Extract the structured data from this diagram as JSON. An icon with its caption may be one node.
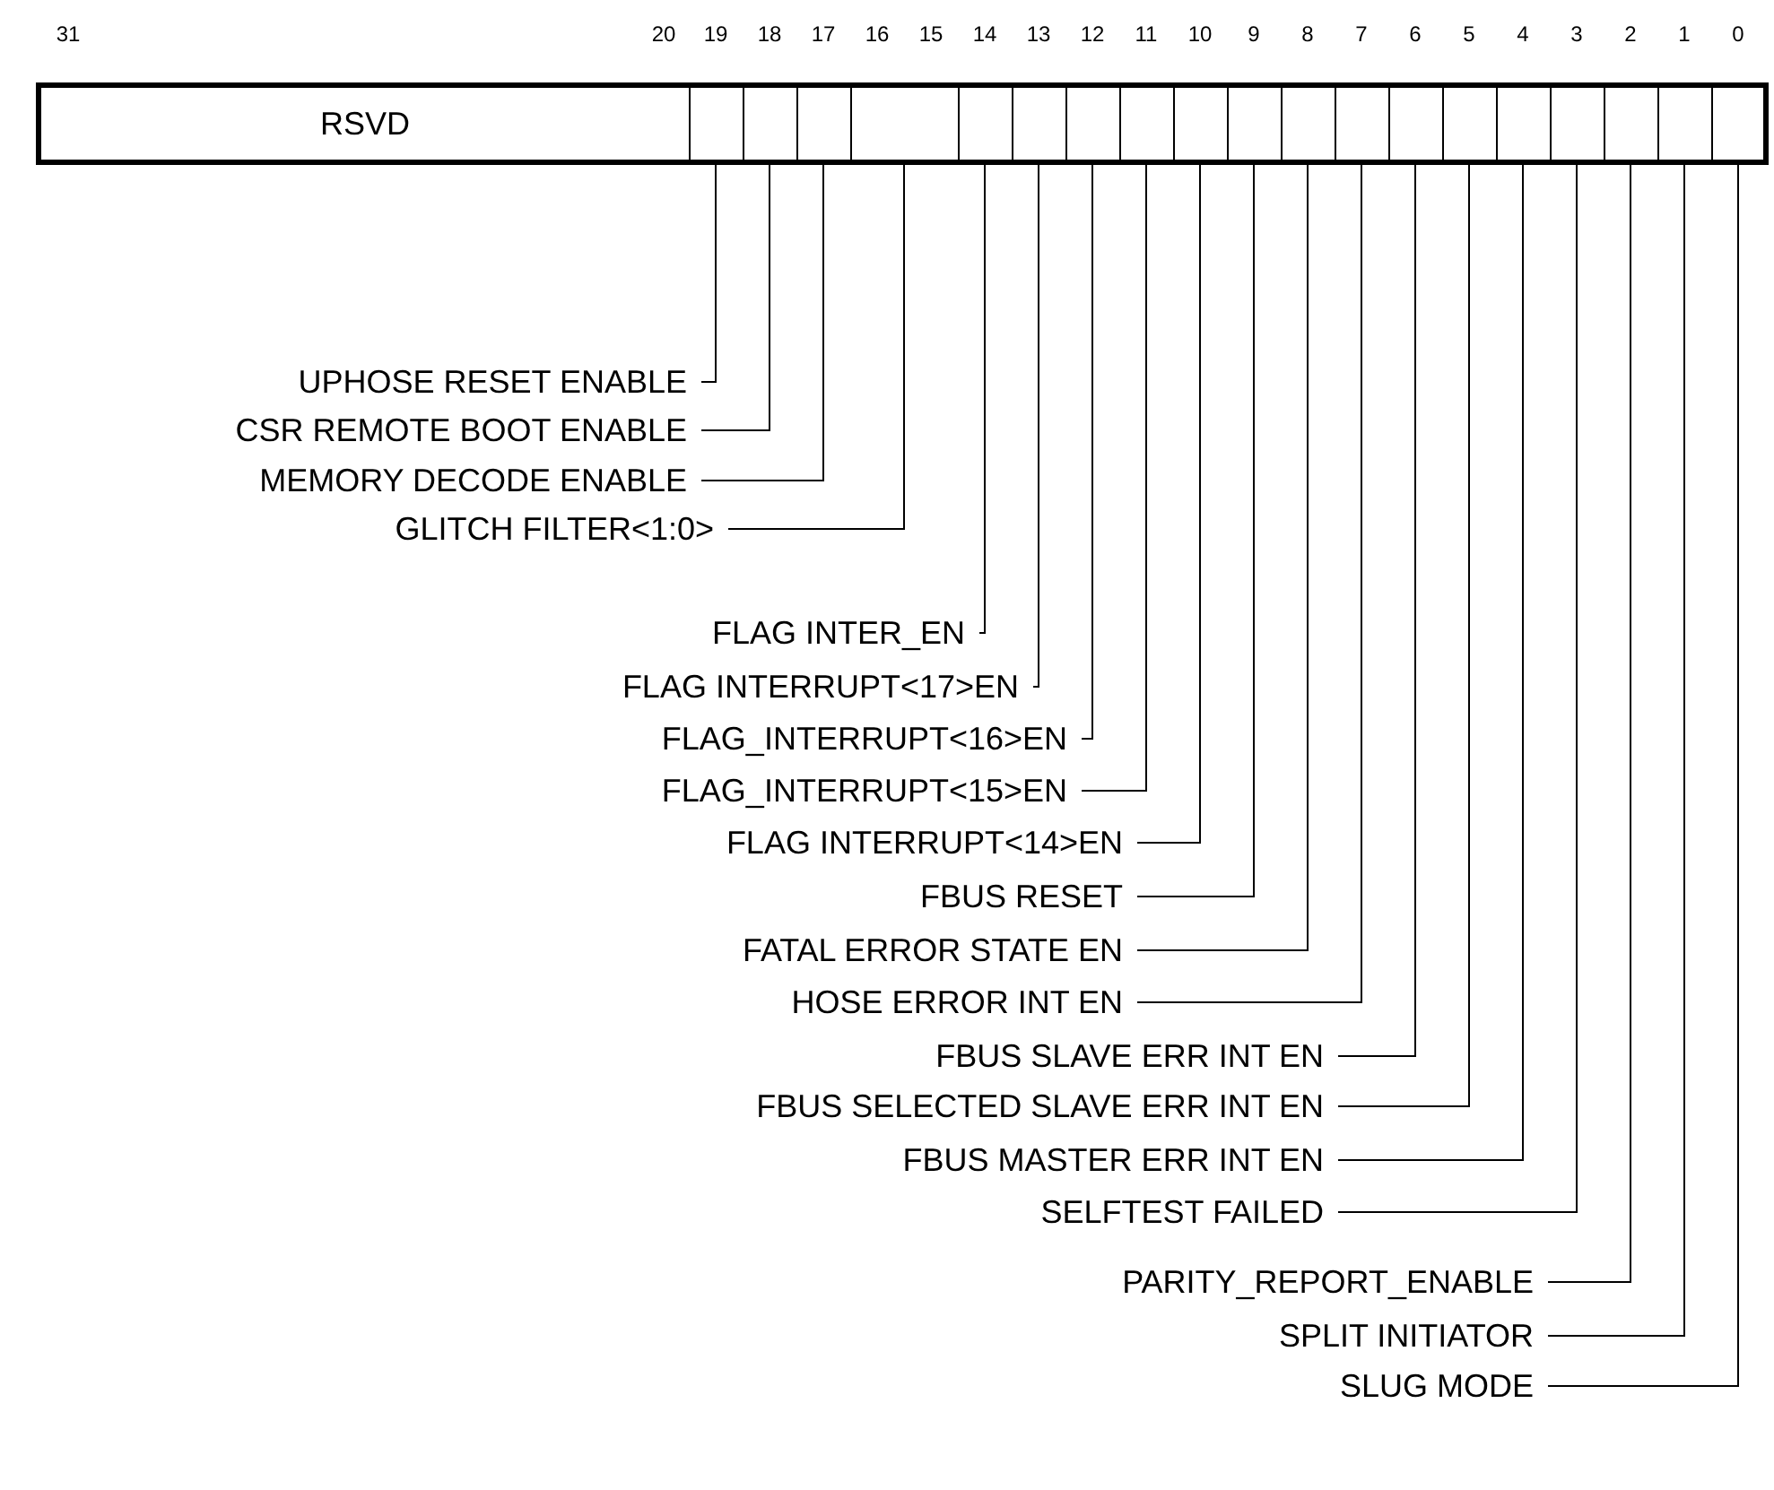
{
  "diagram": {
    "nodes": [
      {
        "text": [
          "RSVD"
        ]
      },
      {
        "text": [],
        "shape": "box"
      },
      {
        "text": [],
        "shape": "box"
      },
      {
        "text": [],
        "shape": "box"
      },
      {
        "text": [],
        "shape": "box"
      },
      {
        "text": [],
        "shape": "box"
      },
      {
        "text": [],
        "shape": "box"
      },
      {
        "text": [],
        "shape": "box"
      },
      {
        "text": [],
        "shape": "box"
      },
      {
        "text": [],
        "shape": "box"
      },
      {
        "text": [],
        "shape": "box"
      },
      {
        "text": [],
        "shape": "box"
      },
      {
        "text": [],
        "shape": "box"
      },
      {
        "text": [],
        "shape": "box"
      },
      {
        "text": [],
        "shape": "box"
      },
      {
        "text": [],
        "shape": "box"
      },
      {
        "text": [],
        "shape": "box"
      },
      {
        "text": [],
        "shape": "box"
      },
      {
        "text": [],
        "shape": "box"
      },
      {
        "text": [],
        "shape": "box"
      },
      {
        "text": [
          "UPHOSE RESET ENABLE"
        ]
      },
      {
        "text": [
          "CSR REMOTE BOOT ENABLE"
        ]
      },
      {
        "text": [
          "MEMORY DECODE ENABLE"
        ]
      },
      {
        "text": [
          "GLITCH FILTER<1:0>"
        ]
      },
      {
        "text": [
          "FLAG INTER_EN"
        ]
      },
      {
        "text": [
          "FLAG INTERRUPT<17>EN"
        ]
      },
      {
        "text": [
          "FLAG_INTERRUPT<16>EN"
        ]
      },
      {
        "text": [
          "FLAG_INTERRUPT<15>EN"
        ]
      },
      {
        "text": [
          "FLAG INTERRUPT<14>EN"
        ]
      },
      {
        "text": [
          "FBUS RESET"
        ]
      },
      {
        "text": [
          "FATAL ERROR STATE EN"
        ]
      },
      {
        "text": [
          "HOSE ERROR INT EN"
        ]
      },
      {
        "text": [
          "FBUS SLAVE ERR INT EN"
        ]
      },
      {
        "text": [
          "FBUS SELECTED SLAVE ERR INT EN"
        ]
      },
      {
        "text": [
          "FBUS MASTER ERR INT EN"
        ]
      },
      {
        "text": [
          "SELFTEST FAILED"
        ]
      },
      {
        "text": [
          "PARITY_REPORT_ENABLE"
        ]
      },
      {
        "text": [
          "SPLIT INITIATOR"
        ]
      },
      {
        "text": [
          "SLUG MODE"
        ]
      }
    ],
    "edges": [
      {
        "from": 20,
        "to": 1,
        "arrow": "none"
      },
      {
        "from": 21,
        "to": 2,
        "arrow": "none"
      },
      {
        "from": 22,
        "to": 3,
        "arrow": "none"
      },
      {
        "from": 23,
        "to": 4,
        "arrow": "none"
      },
      {
        "from": 24,
        "to": 5,
        "arrow": "none"
      },
      {
        "from": 25,
        "to": 6,
        "arrow": "none"
      },
      {
        "from": 26,
        "to": 7,
        "arrow": "none"
      },
      {
        "from": 27,
        "to": 8,
        "arrow": "none"
      },
      {
        "from": 28,
        "to": 9,
        "arrow": "none"
      },
      {
        "from": 29,
        "to": 10,
        "arrow": "none"
      },
      {
        "from": 30,
        "to": 11,
        "arrow": "none"
      },
      {
        "from": 31,
        "to": 12,
        "arrow": "none"
      },
      {
        "from": 32,
        "to": 13,
        "arrow": "none"
      },
      {
        "from": 33,
        "to": 14,
        "arrow": "none"
      },
      {
        "from": 34,
        "to": 15,
        "arrow": "none"
      },
      {
        "from": 35,
        "to": 16,
        "arrow": "none"
      },
      {
        "from": 36,
        "to": 17,
        "arrow": "none"
      },
      {
        "from": 37,
        "to": 18,
        "arrow": "none"
      },
      {
        "from": 38,
        "to": 19,
        "arrow": "none"
      }
    ],
    "labels": [
      "31",
      "20",
      "19",
      "18",
      "17",
      "16",
      "15",
      "14",
      "13",
      "12",
      "11",
      "10",
      "9",
      "8",
      "7",
      "6",
      "5",
      "4",
      "3",
      "2",
      "1",
      "0"
    ]
  }
}
